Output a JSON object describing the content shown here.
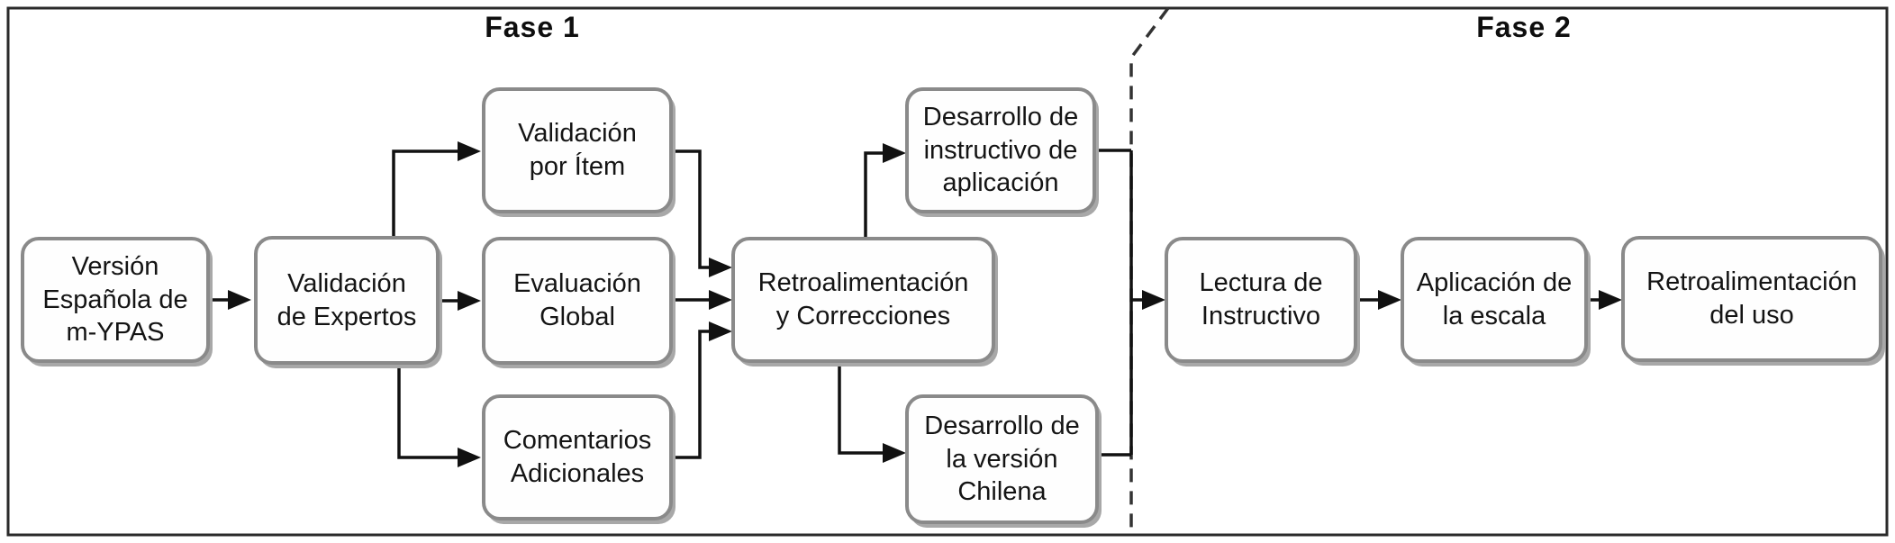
{
  "titles": {
    "fase1": "Fase 1",
    "fase2": "Fase 2"
  },
  "nodes": {
    "version_espanola": {
      "label": "Versión\nEspañola de\nm-YPAS"
    },
    "validacion_expertos": {
      "label": "Validación\nde Expertos"
    },
    "validacion_item": {
      "label": "Validación\npor Ítem"
    },
    "evaluacion_global": {
      "label": "Evaluación\nGlobal"
    },
    "comentarios": {
      "label": "Comentarios\nAdicionales"
    },
    "retroalimentacion": {
      "label": "Retroalimentación\ny Correcciones"
    },
    "instructivo": {
      "label": "Desarrollo de\ninstructivo de\naplicación"
    },
    "version_chilena": {
      "label": "Desarrollo de\nla versión\nChilena"
    },
    "lectura": {
      "label": "Lectura de\nInstructivo"
    },
    "aplicacion_escala": {
      "label": "Aplicación de\nla escala"
    },
    "retro_uso": {
      "label": "Retroalimentación\ndel uso"
    }
  },
  "edges": [
    {
      "from": "version_espanola",
      "to": "validacion_expertos"
    },
    {
      "from": "validacion_expertos",
      "to": "validacion_item"
    },
    {
      "from": "validacion_expertos",
      "to": "evaluacion_global"
    },
    {
      "from": "validacion_expertos",
      "to": "comentarios"
    },
    {
      "from": "validacion_item",
      "to": "retroalimentacion"
    },
    {
      "from": "evaluacion_global",
      "to": "retroalimentacion"
    },
    {
      "from": "comentarios",
      "to": "retroalimentacion"
    },
    {
      "from": "retroalimentacion",
      "to": "instructivo"
    },
    {
      "from": "retroalimentacion",
      "to": "version_chilena"
    },
    {
      "from": "instructivo",
      "to": "lectura"
    },
    {
      "from": "version_chilena",
      "to": "lectura"
    },
    {
      "from": "lectura",
      "to": "aplicacion_escala"
    },
    {
      "from": "aplicacion_escala",
      "to": "retro_uso"
    }
  ],
  "colors": {
    "box_border": "#8a8a8a",
    "box_fill": "#fefefe",
    "line": "#111111",
    "frame": "#2a2a2a",
    "text": "#141414"
  }
}
